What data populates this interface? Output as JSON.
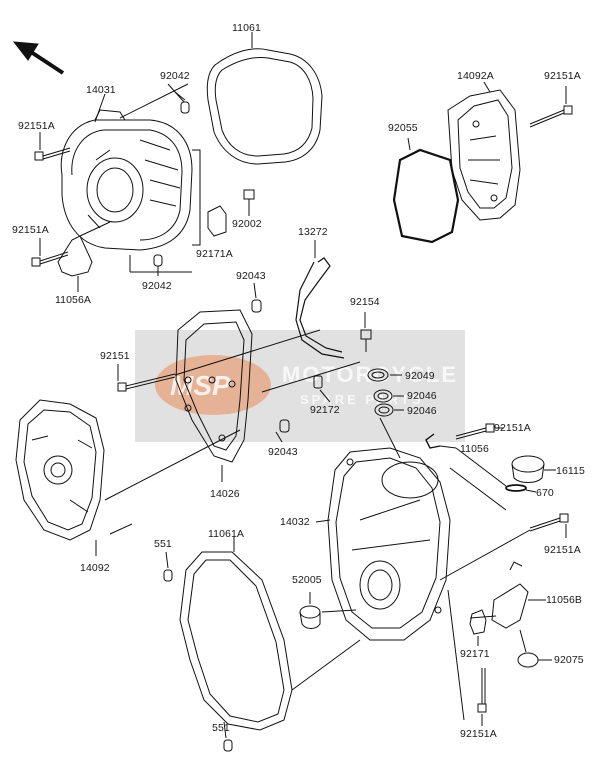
{
  "diagram": {
    "labels": {
      "l11061": "11061",
      "l14031": "14031",
      "l92042a": "92042",
      "l92151a1": "92151A",
      "l92151a2": "92151A",
      "l92002": "92002",
      "l92171a": "92171A",
      "l11056a": "11056A",
      "l92042b": "92042",
      "l14092a": "14092A",
      "l92151a3": "92151A",
      "l92055": "92055",
      "l13272": "13272",
      "l92043a": "92043",
      "l92154": "92154",
      "l92151": "92151",
      "l92049": "92049",
      "l92046a": "92046",
      "l92046b": "92046",
      "l92172": "92172",
      "l92043b": "92043",
      "l14026": "14026",
      "l92151a4": "92151A",
      "l11056": "11056",
      "l16115": "16115",
      "l670": "670",
      "l14092": "14092",
      "l551a": "551",
      "l11061a": "11061A",
      "l14032": "14032",
      "l92151a5": "92151A",
      "l52005": "52005",
      "l11056b": "11056B",
      "l92171": "92171",
      "l92075": "92075",
      "l551b": "551",
      "l92151a6": "92151A"
    }
  },
  "watermark": {
    "logo": "MSP",
    "name": "MOTORCYCLE",
    "sub": "SPARE PARTS"
  }
}
